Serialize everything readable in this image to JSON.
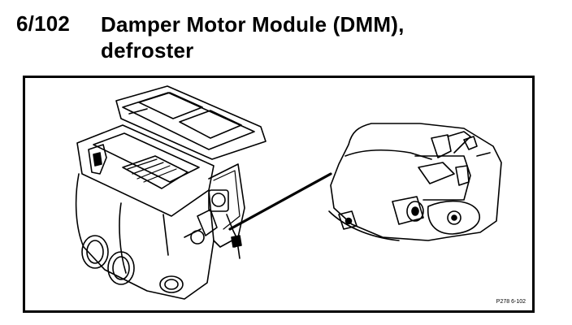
{
  "heading": {
    "reference_number": "6/102",
    "title_line1": "Damper Motor Module (DMM),",
    "title_line2": "defroster"
  },
  "figure": {
    "code": "P278 6-102"
  }
}
